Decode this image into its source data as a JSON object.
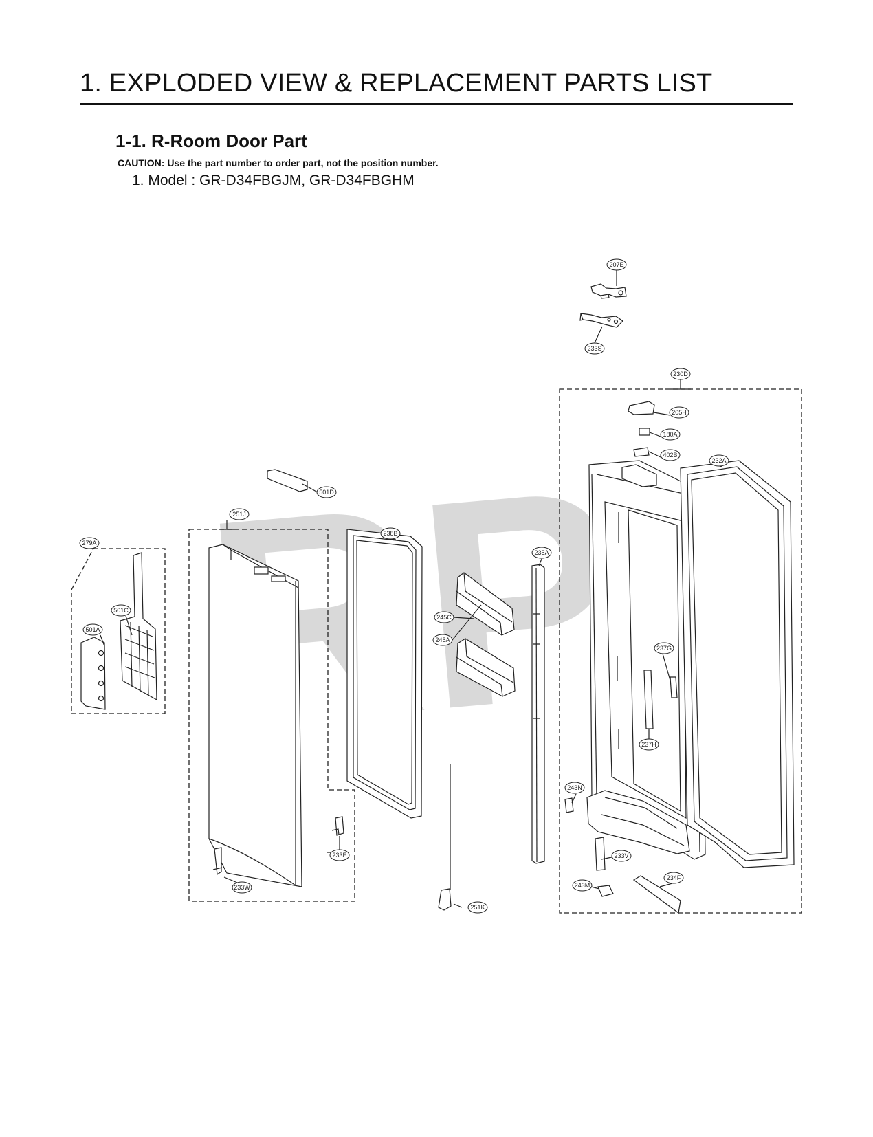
{
  "header": {
    "title": "1. EXPLODED VIEW & REPLACEMENT PARTS LIST",
    "section": "1-1. R-Room Door Part",
    "caution": "CAUTION: Use the part number to order part, not the position number.",
    "model": "1. Model : GR-D34FBGJM, GR-D34FBGHM"
  },
  "watermark": "RPI",
  "parts": {
    "p207E": "207E",
    "p233S": "233S",
    "p230D": "230D",
    "p205H": "205H",
    "p180A": "180A",
    "p402B": "402B",
    "p232A": "232A",
    "p501D": "501D",
    "p251J": "251J",
    "p238B": "238B",
    "p279A": "279A",
    "p501C": "501C",
    "p501A": "501A",
    "p235A": "235A",
    "p245C": "245C",
    "p245A": "245A",
    "p237G": "237G",
    "p237H": "237H",
    "p243N": "243N",
    "p233E": "233E",
    "p233V": "233V",
    "p234F": "234F",
    "p243M": "243M",
    "p233W": "233W",
    "p251K": "251K"
  }
}
